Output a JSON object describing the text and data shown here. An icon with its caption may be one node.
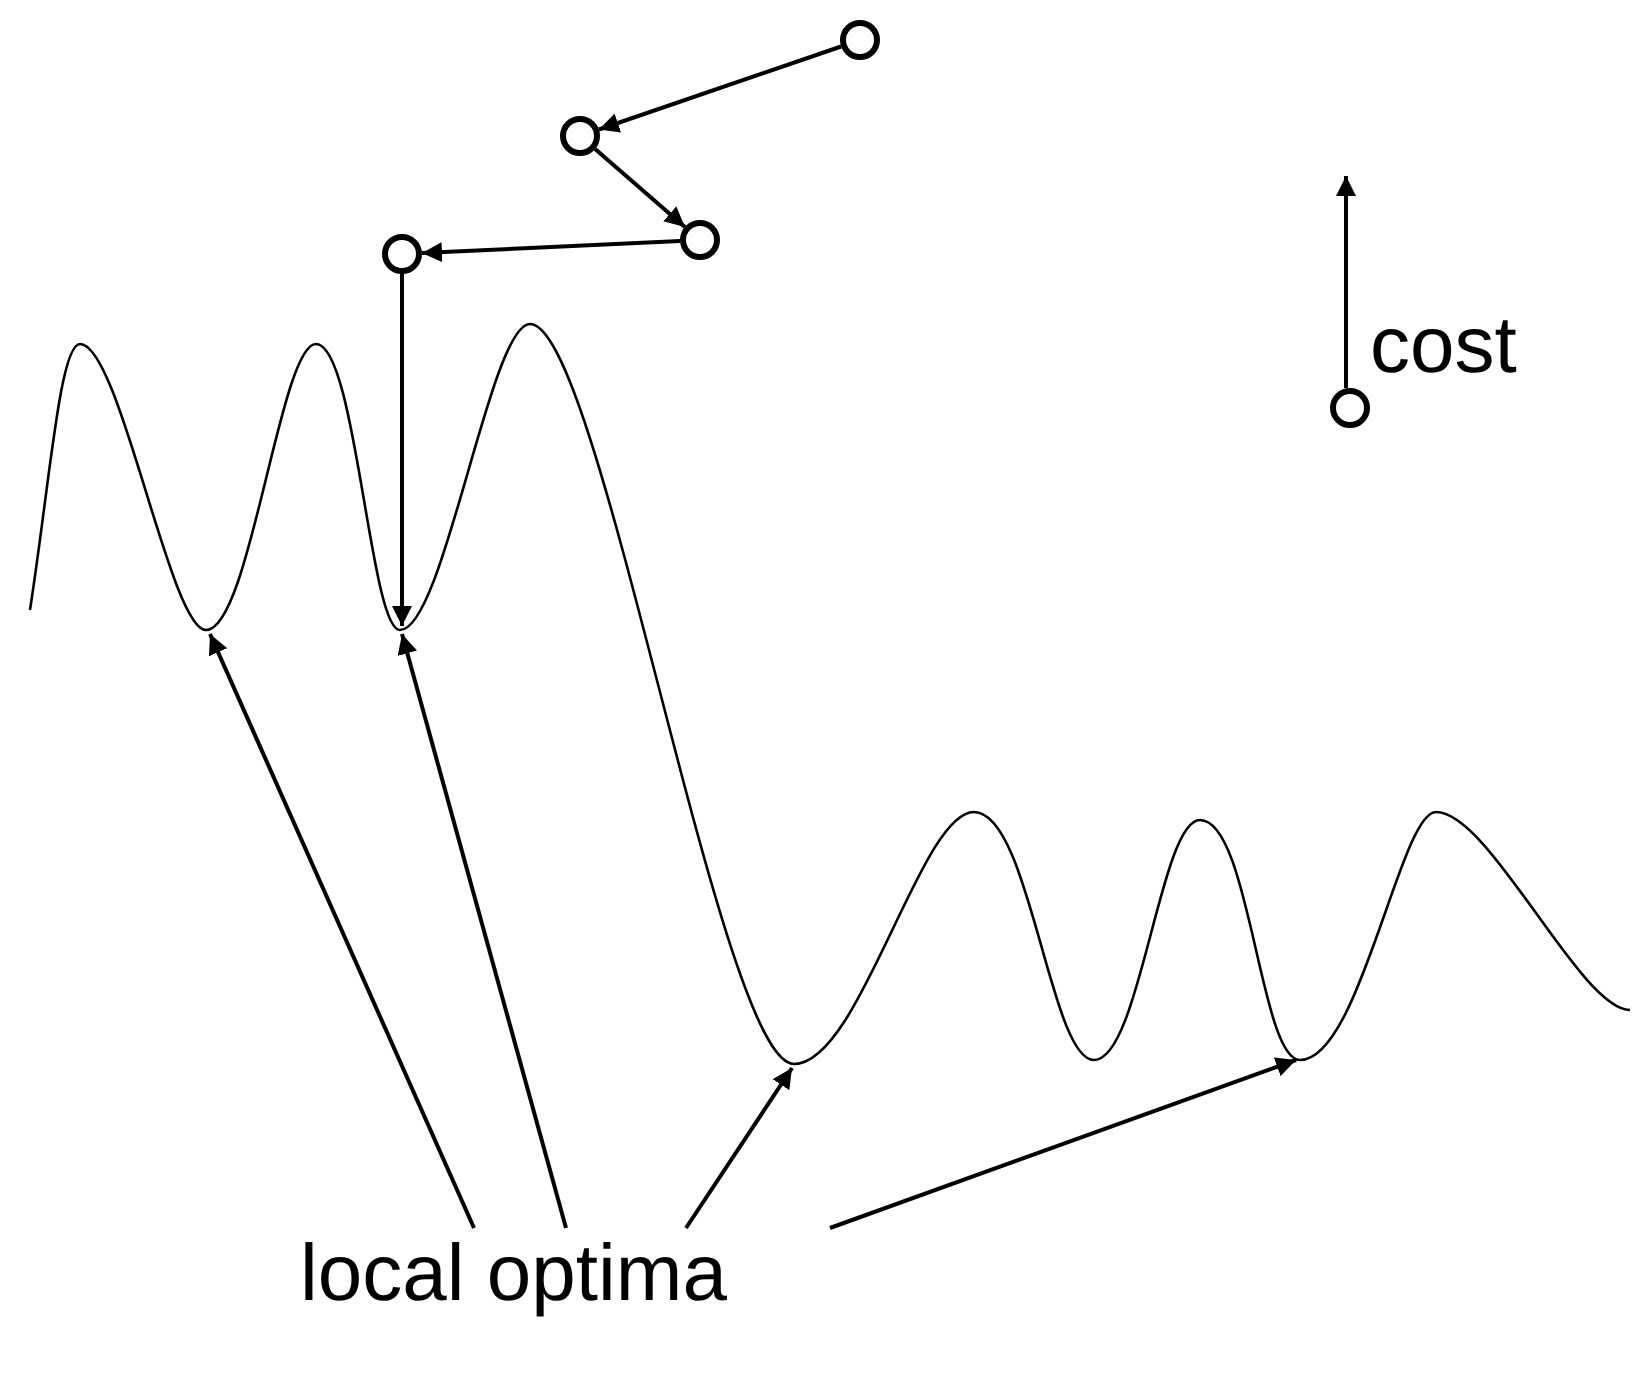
{
  "diagram": {
    "nodes": [
      {
        "text": [],
        "shape": "circle"
      },
      {
        "text": [],
        "shape": "circle"
      },
      {
        "text": [],
        "shape": "circle"
      },
      {
        "text": [],
        "shape": "circle"
      },
      {
        "text": [],
        "shape": "circle"
      },
      {
        "text": [
          "local optima"
        ]
      }
    ],
    "edges": [
      {
        "from": 0,
        "to": 1,
        "arrow": "to"
      },
      {
        "from": 1,
        "to": 2,
        "arrow": "to"
      },
      {
        "from": 2,
        "to": 3,
        "arrow": "to"
      },
      {
        "from": 3,
        "to": null,
        "arrow": "to"
      },
      {
        "from": 5,
        "to": null,
        "arrow": "to"
      },
      {
        "from": 5,
        "to": null,
        "arrow": "to"
      },
      {
        "from": 5,
        "to": null,
        "arrow": "to"
      },
      {
        "from": 5,
        "to": null,
        "arrow": "to"
      }
    ],
    "labels": [
      "cost"
    ]
  }
}
